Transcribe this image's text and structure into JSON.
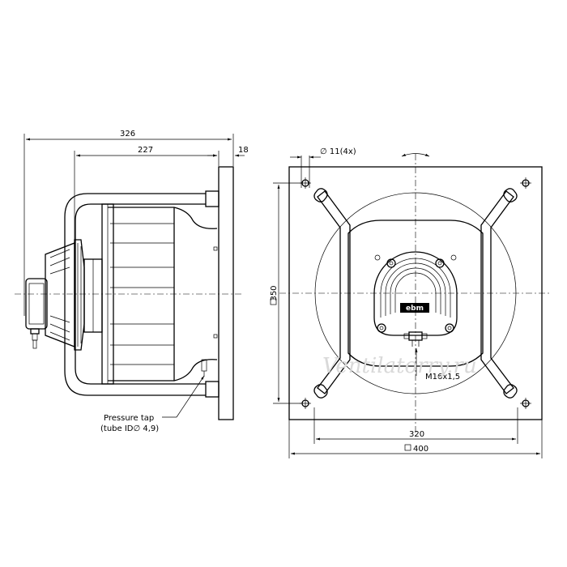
{
  "side_view": {
    "dim_overall": "326",
    "dim_body": "227",
    "dim_flange": "18",
    "pressure_tap_line1": "Pressure tap",
    "pressure_tap_line2": "(tube ID∅ 4,9)"
  },
  "front_view": {
    "hole_callout": "∅ 11(4x)",
    "dim_height": "350",
    "dim_hole_spacing": "320",
    "dim_plate": "400",
    "thread_callout": "M16x1,5",
    "motor_label": "ebm"
  },
  "watermark": "Ventilatorry.ru"
}
